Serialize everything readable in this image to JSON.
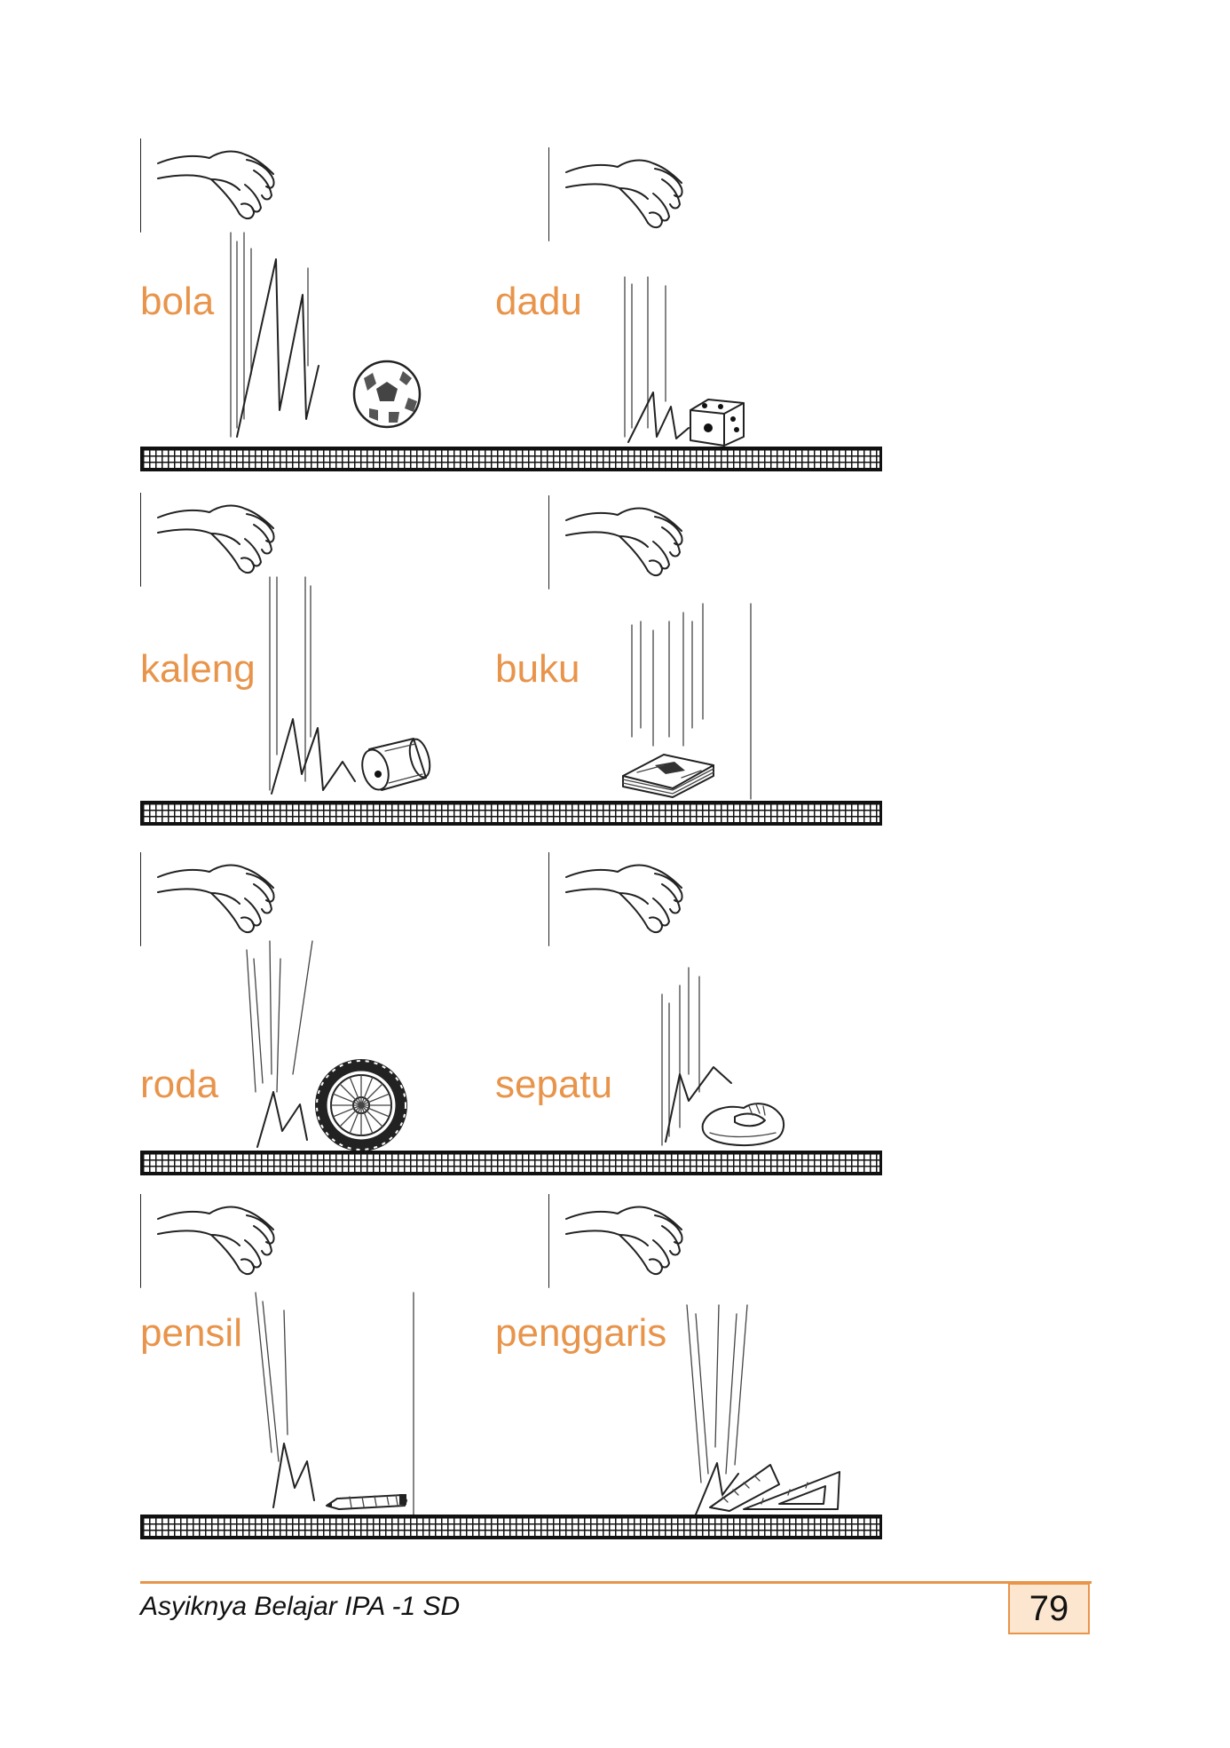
{
  "accent_color": "#e8944a",
  "page_number_bg": "#fde6cf",
  "objects": [
    {
      "label": "bola",
      "icon": "ball-icon"
    },
    {
      "label": "dadu",
      "icon": "dice-icon"
    },
    {
      "label": "kaleng",
      "icon": "can-icon"
    },
    {
      "label": "buku",
      "icon": "book-icon"
    },
    {
      "label": "roda",
      "icon": "wheel-icon"
    },
    {
      "label": "sepatu",
      "icon": "shoe-icon"
    },
    {
      "label": "pensil",
      "icon": "pencil-icon"
    },
    {
      "label": "penggaris",
      "icon": "ruler-icon"
    }
  ],
  "footer": {
    "book_title": "Asyiknya Belajar IPA -1 SD",
    "page_number": "79"
  }
}
